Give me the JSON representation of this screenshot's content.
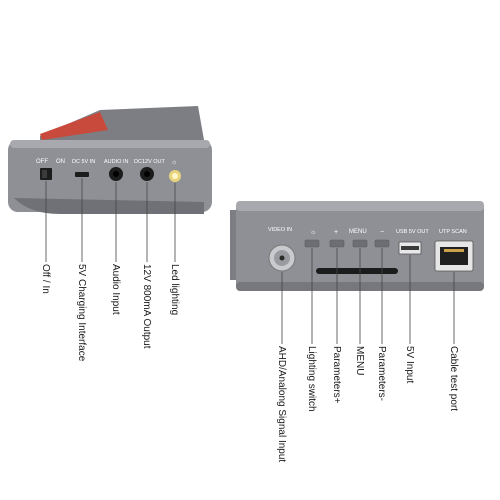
{
  "left_device": {
    "port_markings": {
      "off": "OFF",
      "on": "ON",
      "dc_in": "DC 5V IN",
      "audio_in": "AUDIO IN",
      "dc_out": "DC12V OUT",
      "led": "☼"
    },
    "callouts": [
      "Off / In",
      "5V Charging Interface",
      "Audio Input",
      "12V 800mA Output",
      "Led lighting"
    ]
  },
  "right_device": {
    "port_markings": {
      "video_in": "VIDEO IN",
      "light": "☼",
      "plus": "+",
      "menu": "MENU",
      "minus": "−",
      "usb": "USB 5V OUT",
      "utp": "UTP SCAN"
    },
    "callouts": [
      "AHD/Analong Signal Input",
      "Lighting switch",
      "Parameters+",
      "MENU",
      "Parameters-",
      "5V Input",
      "Cable test port"
    ]
  },
  "colors": {
    "body": "#8e9096",
    "body_dark": "#6f7177",
    "body_light": "#a7a9ae",
    "screen_edge": "#c84a3c",
    "port_black": "#1c1c1c",
    "led_yellow": "#e8d47a",
    "label_line": "#444444"
  }
}
